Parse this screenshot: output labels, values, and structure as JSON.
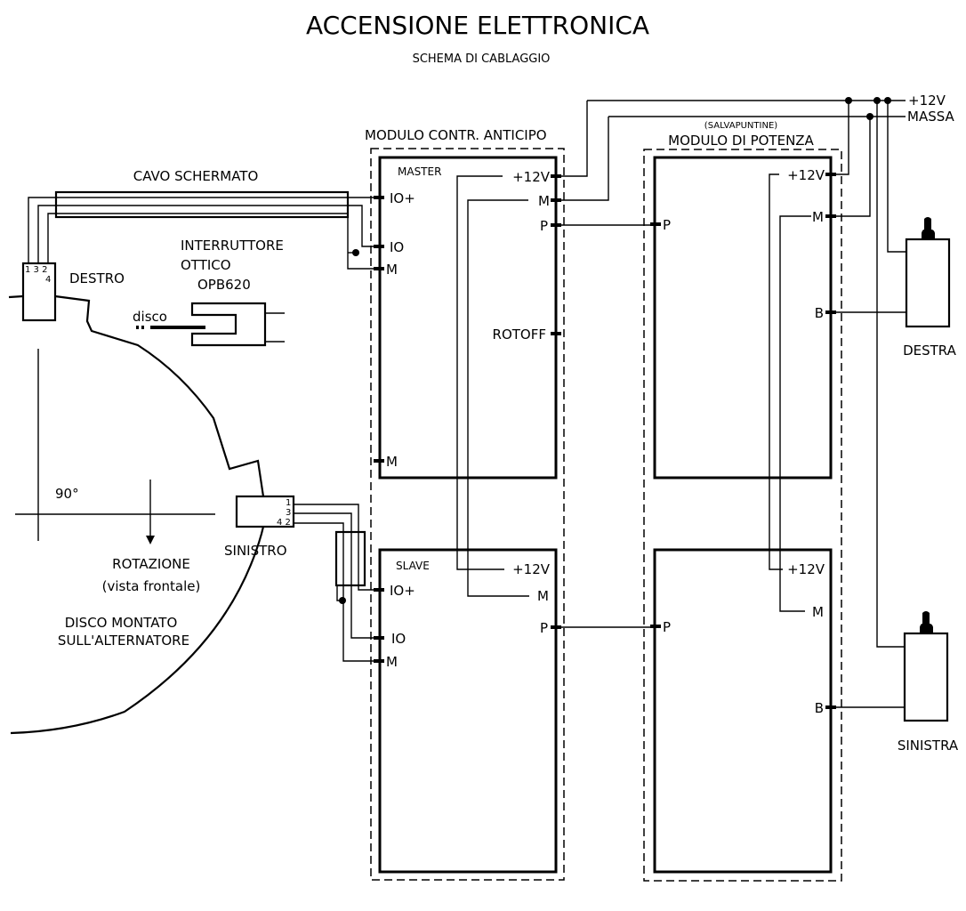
{
  "title": "ACCENSIONE ELETTRONICA",
  "subtitle": "SCHEMA DI CABLAGGIO",
  "supply": {
    "plus12v": "+12V",
    "massa": "MASSA"
  },
  "cable": {
    "label": "CAVO SCHERMATO"
  },
  "optical_switch": {
    "line1": "INTERRUTTORE",
    "line2": "OTTICO",
    "model": "OPB620",
    "disc_label": "disco"
  },
  "sensors": {
    "right": {
      "label": "DESTRO",
      "pins_a": "1 3 2",
      "pins_b": "4"
    },
    "left": {
      "label": "SINISTRO",
      "pin1": "1",
      "pin3": "3",
      "pins42": "4 2"
    }
  },
  "disc": {
    "angle": "90°",
    "rotation": "ROTAZIONE",
    "view": "(vista frontale)",
    "mount_line1": "DISCO MONTATO",
    "mount_line2": "SULL'ALTERNATORE"
  },
  "control_module": {
    "title": "MODULO CONTR. ANTICIPO",
    "master": {
      "label": "MASTER",
      "pins_left": [
        "IO+",
        "IO",
        "M",
        "M"
      ],
      "pins_right": [
        "+12V",
        "M",
        "P",
        "ROTOFF"
      ]
    },
    "slave": {
      "label": "SLAVE",
      "pins_left": [
        "IO+",
        "IO",
        "M"
      ],
      "pins_right": [
        "+12V",
        "M",
        "P"
      ]
    }
  },
  "power_module": {
    "subtitle": "(SALVAPUNTINE)",
    "title": "MODULO DI POTENZA",
    "upper": {
      "pins": [
        "+12V",
        "M",
        "P",
        "B"
      ]
    },
    "lower": {
      "pins": [
        "+12V",
        "M",
        "P",
        "B"
      ]
    }
  },
  "coils": {
    "right": {
      "label": "DESTRA"
    },
    "left": {
      "label": "SINISTRA"
    }
  }
}
